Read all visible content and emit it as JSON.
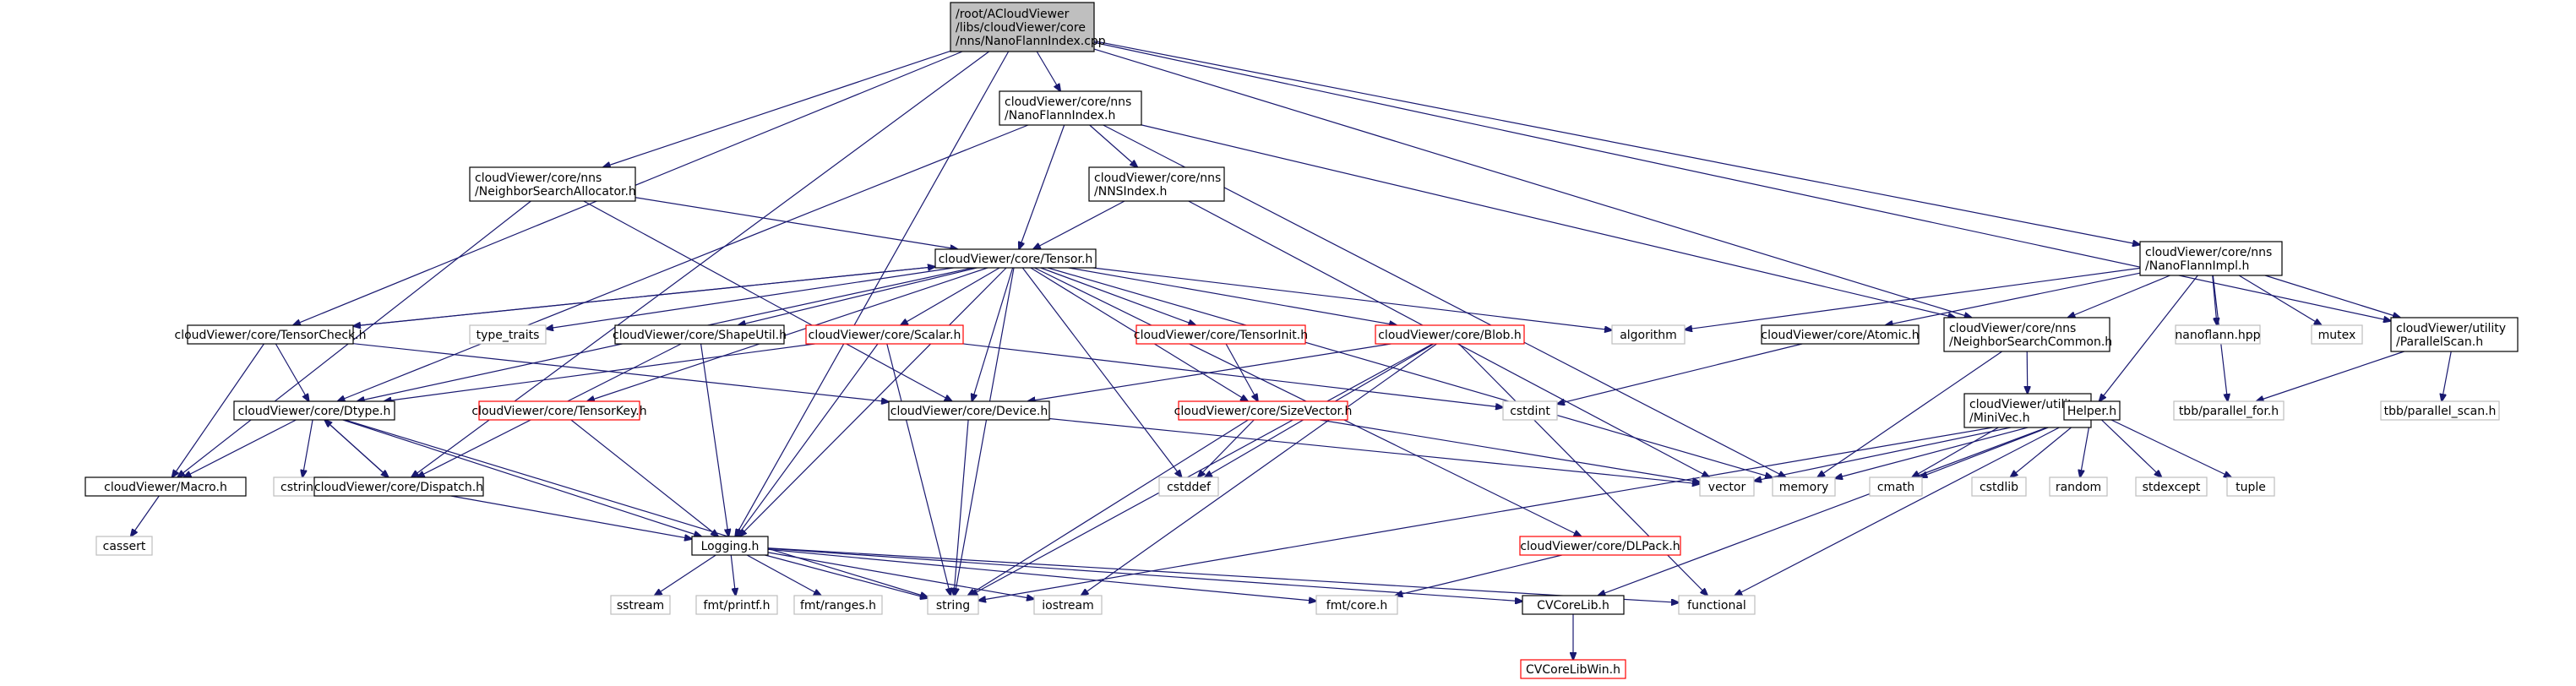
{
  "title": "Include dependency graph for NanoFlannIndex.cpp",
  "colors": {
    "edge": "#191970",
    "root_fill": "#bfbfbf",
    "root_border": "#000000",
    "local_border": "#000000",
    "external_border": "#bfbfbf",
    "missing_border": "#ff0000",
    "external_text": "#000000"
  },
  "nodes": [
    {
      "id": "root",
      "lines": [
        "/root/ACloudViewer",
        "/libs/cloudViewer/core",
        "/nns/NanoFlannIndex.cpp"
      ],
      "kind": "root"
    },
    {
      "id": "nanoflannindex_h",
      "lines": [
        "cloudViewer/core/nns",
        "/NanoFlannIndex.h"
      ],
      "kind": "local"
    },
    {
      "id": "neighborsearchallocator_h",
      "lines": [
        "cloudViewer/core/nns",
        "/NeighborSearchAllocator.h"
      ],
      "kind": "local"
    },
    {
      "id": "nnsindex_h",
      "lines": [
        "cloudViewer/core/nns",
        "/NNSIndex.h"
      ],
      "kind": "local"
    },
    {
      "id": "tensor_h",
      "lines": [
        "cloudViewer/core/Tensor.h"
      ],
      "kind": "local"
    },
    {
      "id": "nanoflannimpl_h",
      "lines": [
        "cloudViewer/core/nns",
        "/NanoFlannImpl.h"
      ],
      "kind": "local"
    },
    {
      "id": "neighborsearchcommon_h",
      "lines": [
        "cloudViewer/core/nns",
        "/NeighborSearchCommon.h"
      ],
      "kind": "local"
    },
    {
      "id": "parallelscan_h",
      "lines": [
        "cloudViewer/utility",
        "/ParallelScan.h"
      ],
      "kind": "local"
    },
    {
      "id": "tensorcheck_h",
      "lines": [
        "cloudViewer/core/TensorCheck.h"
      ],
      "kind": "local"
    },
    {
      "id": "type_traits",
      "lines": [
        "type_traits"
      ],
      "kind": "external"
    },
    {
      "id": "shapeutil_h",
      "lines": [
        "cloudViewer/core/ShapeUtil.h"
      ],
      "kind": "local"
    },
    {
      "id": "scalar_h",
      "lines": [
        "cloudViewer/core/Scalar.h"
      ],
      "kind": "missing"
    },
    {
      "id": "tensorinit_h",
      "lines": [
        "cloudViewer/core/TensorInit.h"
      ],
      "kind": "missing"
    },
    {
      "id": "blob_h",
      "lines": [
        "cloudViewer/core/Blob.h"
      ],
      "kind": "missing"
    },
    {
      "id": "algorithm",
      "lines": [
        "algorithm"
      ],
      "kind": "external"
    },
    {
      "id": "atomic_h",
      "lines": [
        "cloudViewer/core/Atomic.h"
      ],
      "kind": "local"
    },
    {
      "id": "nanoflann_hpp",
      "lines": [
        "nanoflann.hpp"
      ],
      "kind": "external"
    },
    {
      "id": "mutex",
      "lines": [
        "mutex"
      ],
      "kind": "external"
    },
    {
      "id": "dtype_h",
      "lines": [
        "cloudViewer/core/Dtype.h"
      ],
      "kind": "local"
    },
    {
      "id": "tensorkey_h",
      "lines": [
        "cloudViewer/core/TensorKey.h"
      ],
      "kind": "missing"
    },
    {
      "id": "device_h",
      "lines": [
        "cloudViewer/core/Device.h"
      ],
      "kind": "local"
    },
    {
      "id": "sizevector_h",
      "lines": [
        "cloudViewer/core/SizeVector.h"
      ],
      "kind": "missing"
    },
    {
      "id": "cstdint",
      "lines": [
        "cstdint"
      ],
      "kind": "external"
    },
    {
      "id": "minivec_h",
      "lines": [
        "cloudViewer/utility",
        "/MiniVec.h"
      ],
      "kind": "local"
    },
    {
      "id": "helper_h",
      "lines": [
        "Helper.h"
      ],
      "kind": "local"
    },
    {
      "id": "tbb_parallel_for_h",
      "lines": [
        "tbb/parallel_for.h"
      ],
      "kind": "external"
    },
    {
      "id": "tbb_parallel_scan_h",
      "lines": [
        "tbb/parallel_scan.h"
      ],
      "kind": "external"
    },
    {
      "id": "macro_h",
      "lines": [
        "cloudViewer/Macro.h"
      ],
      "kind": "local"
    },
    {
      "id": "cstring",
      "lines": [
        "cstring"
      ],
      "kind": "external"
    },
    {
      "id": "dispatch_h",
      "lines": [
        "cloudViewer/core/Dispatch.h"
      ],
      "kind": "local"
    },
    {
      "id": "cstddef",
      "lines": [
        "cstddef"
      ],
      "kind": "external"
    },
    {
      "id": "vector",
      "lines": [
        "vector"
      ],
      "kind": "external"
    },
    {
      "id": "memory",
      "lines": [
        "memory"
      ],
      "kind": "external"
    },
    {
      "id": "cmath",
      "lines": [
        "cmath"
      ],
      "kind": "external"
    },
    {
      "id": "cstdlib",
      "lines": [
        "cstdlib"
      ],
      "kind": "external"
    },
    {
      "id": "random",
      "lines": [
        "random"
      ],
      "kind": "external"
    },
    {
      "id": "stdexcept",
      "lines": [
        "stdexcept"
      ],
      "kind": "external"
    },
    {
      "id": "tuple",
      "lines": [
        "tuple"
      ],
      "kind": "external"
    },
    {
      "id": "cassert",
      "lines": [
        "cassert"
      ],
      "kind": "external"
    },
    {
      "id": "logging_h",
      "lines": [
        "Logging.h"
      ],
      "kind": "local"
    },
    {
      "id": "dlpack_h",
      "lines": [
        "cloudViewer/core/DLPack.h"
      ],
      "kind": "missing"
    },
    {
      "id": "sstream",
      "lines": [
        "sstream"
      ],
      "kind": "external"
    },
    {
      "id": "fmt_printf_h",
      "lines": [
        "fmt/printf.h"
      ],
      "kind": "external"
    },
    {
      "id": "fmt_ranges_h",
      "lines": [
        "fmt/ranges.h"
      ],
      "kind": "external"
    },
    {
      "id": "string",
      "lines": [
        "string"
      ],
      "kind": "external"
    },
    {
      "id": "iostream",
      "lines": [
        "iostream"
      ],
      "kind": "external"
    },
    {
      "id": "fmt_core_h",
      "lines": [
        "fmt/core.h"
      ],
      "kind": "external"
    },
    {
      "id": "cvcorelib_h",
      "lines": [
        "CVCoreLib.h"
      ],
      "kind": "local"
    },
    {
      "id": "functional",
      "lines": [
        "functional"
      ],
      "kind": "external"
    },
    {
      "id": "cvcorelibwin_h",
      "lines": [
        "CVCoreLibWin.h"
      ],
      "kind": "missing"
    }
  ],
  "edges": [
    [
      "root",
      "nanoflannindex_h"
    ],
    [
      "root",
      "neighborsearchallocator_h"
    ],
    [
      "root",
      "tensorcheck_h"
    ],
    [
      "root",
      "dispatch_h"
    ],
    [
      "root",
      "logging_h"
    ],
    [
      "root",
      "nanoflannimpl_h"
    ],
    [
      "root",
      "neighborsearchcommon_h"
    ],
    [
      "root",
      "parallelscan_h"
    ],
    [
      "nanoflannindex_h",
      "nnsindex_h"
    ],
    [
      "nanoflannindex_h",
      "tensor_h"
    ],
    [
      "nanoflannindex_h",
      "neighborsearchcommon_h"
    ],
    [
      "nanoflannindex_h",
      "memory"
    ],
    [
      "nanoflannindex_h",
      "dtype_h"
    ],
    [
      "neighborsearchallocator_h",
      "tensor_h"
    ],
    [
      "neighborsearchallocator_h",
      "device_h"
    ],
    [
      "neighborsearchallocator_h",
      "macro_h"
    ],
    [
      "nnsindex_h",
      "tensor_h"
    ],
    [
      "nnsindex_h",
      "vector"
    ],
    [
      "tensor_h",
      "tensorcheck_h"
    ],
    [
      "tensor_h",
      "type_traits"
    ],
    [
      "tensor_h",
      "shapeutil_h"
    ],
    [
      "tensor_h",
      "scalar_h"
    ],
    [
      "tensor_h",
      "tensorinit_h"
    ],
    [
      "tensor_h",
      "blob_h"
    ],
    [
      "tensor_h",
      "algorithm"
    ],
    [
      "tensor_h",
      "dtype_h"
    ],
    [
      "tensor_h",
      "tensorkey_h"
    ],
    [
      "tensor_h",
      "device_h"
    ],
    [
      "tensor_h",
      "sizevector_h"
    ],
    [
      "tensor_h",
      "cstddef"
    ],
    [
      "tensor_h",
      "string"
    ],
    [
      "tensor_h",
      "memory"
    ],
    [
      "tensor_h",
      "dlpack_h"
    ],
    [
      "tensor_h",
      "logging_h"
    ],
    [
      "tensorcheck_h",
      "tensor_h"
    ],
    [
      "tensorcheck_h",
      "dtype_h"
    ],
    [
      "tensorcheck_h",
      "device_h"
    ],
    [
      "tensorcheck_h",
      "macro_h"
    ],
    [
      "shapeutil_h",
      "logging_h"
    ],
    [
      "shapeutil_h",
      "dispatch_h"
    ],
    [
      "scalar_h",
      "dtype_h"
    ],
    [
      "scalar_h",
      "logging_h"
    ],
    [
      "scalar_h",
      "string"
    ],
    [
      "scalar_h",
      "cstdint"
    ],
    [
      "tensorinit_h",
      "sizevector_h"
    ],
    [
      "blob_h",
      "device_h"
    ],
    [
      "blob_h",
      "cstddef"
    ],
    [
      "blob_h",
      "string"
    ],
    [
      "blob_h",
      "iostream"
    ],
    [
      "blob_h",
      "functional"
    ],
    [
      "nanoflannimpl_h",
      "algorithm"
    ],
    [
      "nanoflannimpl_h",
      "atomic_h"
    ],
    [
      "nanoflannimpl_h",
      "neighborsearchcommon_h"
    ],
    [
      "nanoflannimpl_h",
      "nanoflann_hpp"
    ],
    [
      "nanoflannimpl_h",
      "mutex"
    ],
    [
      "nanoflannimpl_h",
      "parallelscan_h"
    ],
    [
      "nanoflannimpl_h",
      "tbb_parallel_for_h"
    ],
    [
      "nanoflannimpl_h",
      "helper_h"
    ],
    [
      "atomic_h",
      "cstdint"
    ],
    [
      "neighborsearchcommon_h",
      "minivec_h"
    ],
    [
      "neighborsearchcommon_h",
      "memory"
    ],
    [
      "parallelscan_h",
      "tbb_parallel_for_h"
    ],
    [
      "parallelscan_h",
      "tbb_parallel_scan_h"
    ],
    [
      "minivec_h",
      "cmath"
    ],
    [
      "helper_h",
      "vector"
    ],
    [
      "helper_h",
      "memory"
    ],
    [
      "helper_h",
      "cmath"
    ],
    [
      "helper_h",
      "cstdlib"
    ],
    [
      "helper_h",
      "random"
    ],
    [
      "helper_h",
      "stdexcept"
    ],
    [
      "helper_h",
      "tuple"
    ],
    [
      "helper_h",
      "string"
    ],
    [
      "helper_h",
      "cvcorelib_h"
    ],
    [
      "helper_h",
      "functional"
    ],
    [
      "dtype_h",
      "macro_h"
    ],
    [
      "dtype_h",
      "cstring"
    ],
    [
      "dtype_h",
      "dispatch_h"
    ],
    [
      "dtype_h",
      "logging_h"
    ],
    [
      "dtype_h",
      "string"
    ],
    [
      "dispatch_h",
      "dtype_h"
    ],
    [
      "dispatch_h",
      "logging_h"
    ],
    [
      "tensorkey_h",
      "logging_h"
    ],
    [
      "device_h",
      "string"
    ],
    [
      "device_h",
      "vector"
    ],
    [
      "sizevector_h",
      "cstddef"
    ],
    [
      "sizevector_h",
      "vector"
    ],
    [
      "sizevector_h",
      "string"
    ],
    [
      "macro_h",
      "cassert"
    ],
    [
      "dlpack_h",
      "fmt_core_h"
    ],
    [
      "logging_h",
      "sstream"
    ],
    [
      "logging_h",
      "fmt_printf_h"
    ],
    [
      "logging_h",
      "fmt_ranges_h"
    ],
    [
      "logging_h",
      "string"
    ],
    [
      "logging_h",
      "iostream"
    ],
    [
      "logging_h",
      "fmt_core_h"
    ],
    [
      "logging_h",
      "cvcorelib_h"
    ],
    [
      "logging_h",
      "functional"
    ],
    [
      "cvcorelib_h",
      "cvcorelibwin_h"
    ]
  ]
}
